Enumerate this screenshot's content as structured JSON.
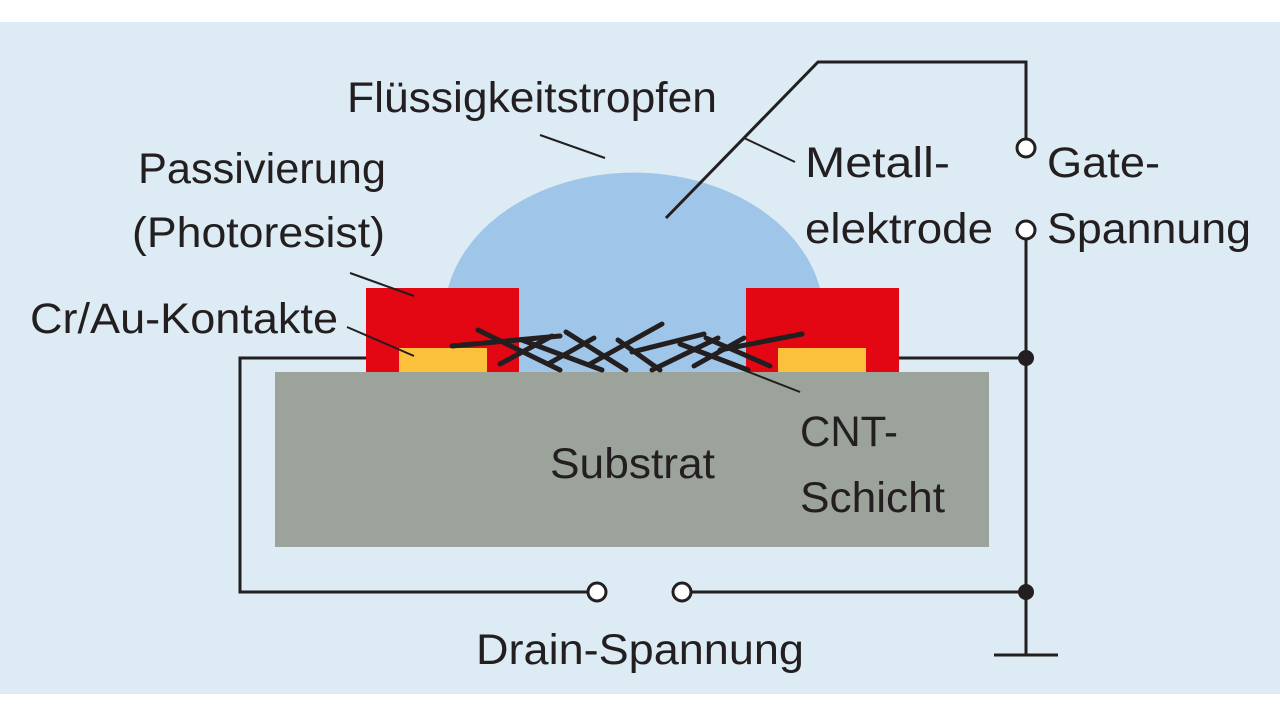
{
  "labels": {
    "droplet": "Flüssigkeitstropfen",
    "passivation_line1": "Passivierung",
    "passivation_line2": "(Photoresist)",
    "contacts": "Cr/Au-Kontakte",
    "metal_line1": "Metall-",
    "metal_line2": "elektrode",
    "gate_line1": "Gate-",
    "gate_line2": "Spannung",
    "cnt_line1": "CNT-",
    "cnt_line2": "Schicht",
    "substrate": "Substrat",
    "drain": "Drain-Spannung"
  },
  "colors": {
    "background": "#dcebf4",
    "droplet": "#9fc6e8",
    "passivation": "#e30613",
    "contact": "#fcc13c",
    "substrate": "#9ba39a",
    "line": "#231f20"
  }
}
